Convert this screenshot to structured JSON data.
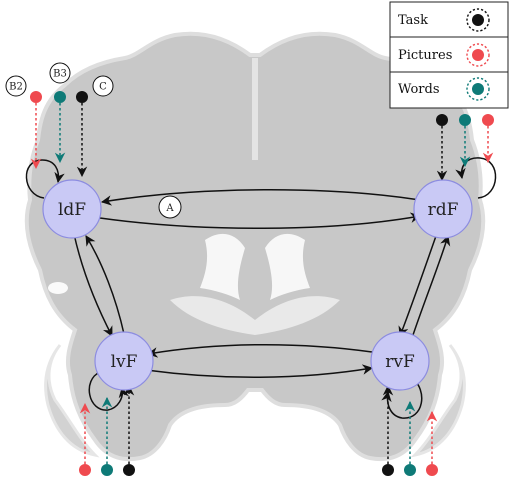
{
  "colors": {
    "task": "#111111",
    "pictures": "#ef4a4f",
    "words": "#0e7a77",
    "node_fill": "#c9c9f5",
    "node_stroke": "#8c8ce0",
    "brain": "#c9c9c9"
  },
  "legend": {
    "items": [
      {
        "label": "Task",
        "key": "task"
      },
      {
        "label": "Pictures",
        "key": "pictures"
      },
      {
        "label": "Words",
        "key": "words"
      }
    ]
  },
  "nodes": {
    "ldf": "ldF",
    "rdf": "rdF",
    "lvf": "lvF",
    "rvf": "rvF"
  },
  "edge_labels": {
    "a": "A",
    "b2": "B2",
    "b3": "B3",
    "c": "C"
  }
}
